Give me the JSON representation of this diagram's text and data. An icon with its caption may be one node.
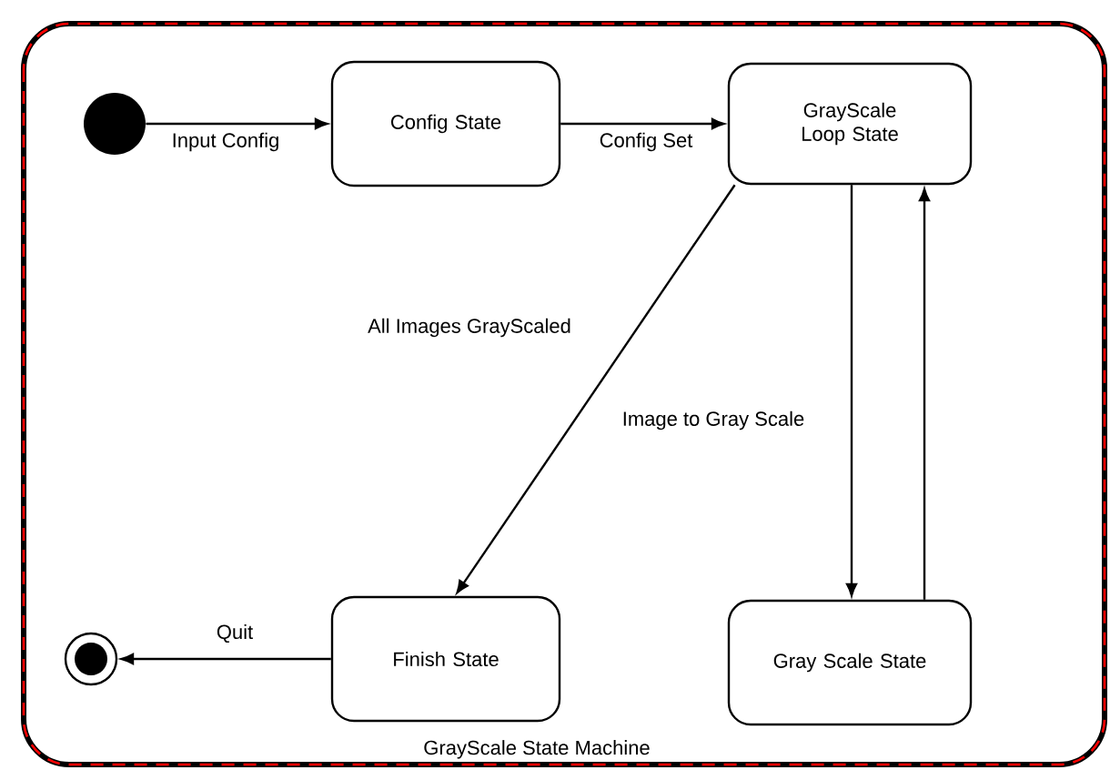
{
  "diagram": {
    "nodes": [
      {
        "text": [
          "GrayScale State Machine"
        ]
      },
      {
        "text": [],
        "shape": "circle",
        "in": 0
      },
      {
        "text": [
          "Config State"
        ],
        "in": 0
      },
      {
        "text": [
          "GrayScale Loop State"
        ],
        "in": 0
      },
      {
        "text": [],
        "shape": "bullseye",
        "in": 0
      },
      {
        "text": [
          "Finish State"
        ],
        "in": 0
      },
      {
        "text": [
          "Gray Scale State"
        ],
        "in": 0
      }
    ],
    "edges": [
      {
        "from": 1,
        "to": 2,
        "arrow": "to",
        "label": "Input Config"
      },
      {
        "from": 2,
        "to": 3,
        "arrow": "to",
        "label": "Config Set"
      },
      {
        "from": 3,
        "to": 5,
        "arrow": "to",
        "label": "All Images GrayScaled"
      },
      {
        "from": 3,
        "to": 6,
        "arrow": "to",
        "label": "Image to Gray Scale"
      },
      {
        "from": 6,
        "to": 3,
        "arrow": "to"
      },
      {
        "from": 5,
        "to": 4,
        "arrow": "to",
        "label": "Quit"
      }
    ]
  }
}
